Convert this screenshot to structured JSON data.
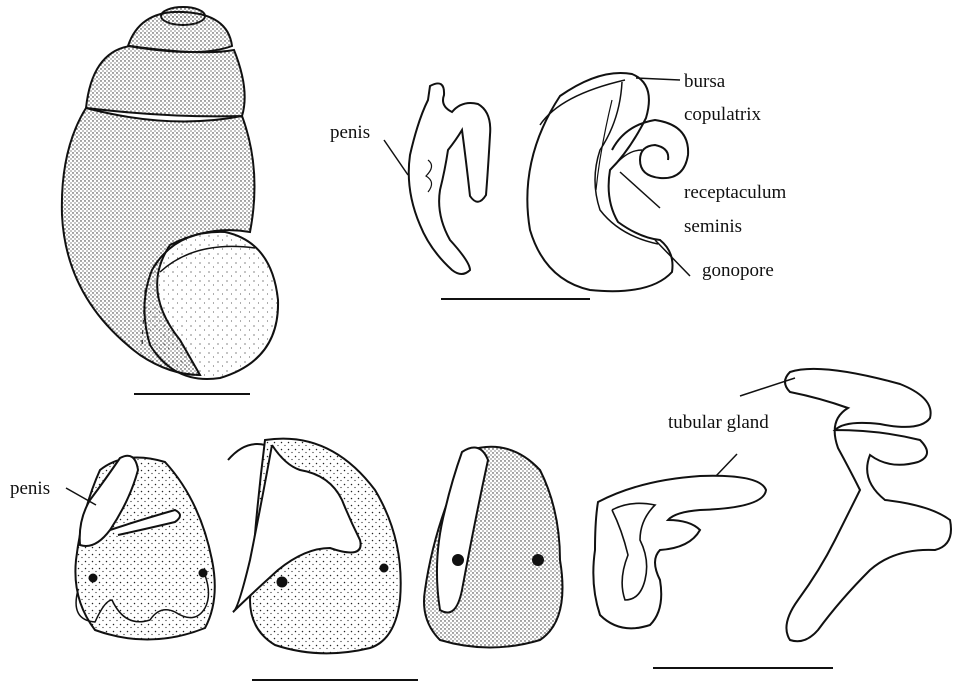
{
  "labels": {
    "penis_upper": "penis",
    "bursa_line1": "bursa",
    "bursa_line2": "copulatrix",
    "receptaculum_line1": "receptaculum",
    "receptaculum_line2": "seminis",
    "gonopore": "gonopore",
    "tubular_gland": "tubular gland",
    "penis_lower": "penis"
  },
  "colors": {
    "ink": "#111111",
    "background": "#ffffff"
  }
}
